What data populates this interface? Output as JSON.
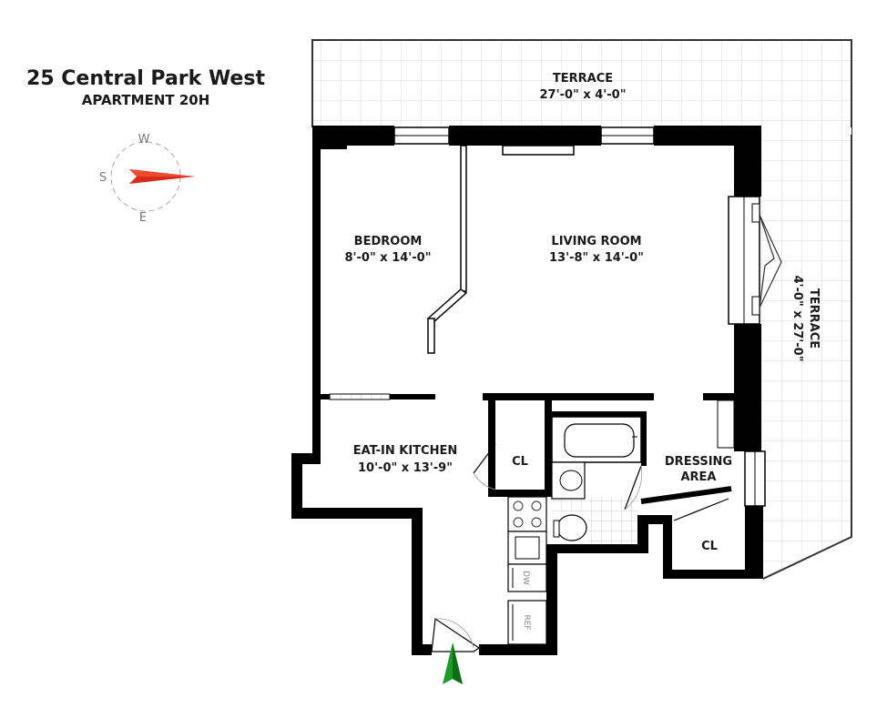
{
  "header": {
    "title": "25 Central Park West",
    "subtitle": "APARTMENT 20H"
  },
  "compass": {
    "north_letter": "W",
    "left_letter": "S",
    "bottom_letter": "E",
    "needle_color": "#d62a1a"
  },
  "rooms": {
    "terrace_top": {
      "label": "TERRACE",
      "dims": "27'-0\" x 4'-0\""
    },
    "terrace_right": {
      "label": "TERRACE",
      "dims": "4'-0\" x 27'-0\""
    },
    "bedroom": {
      "label": "BEDROOM",
      "dims": "8'-0\" x 14'-0\""
    },
    "living_room": {
      "label": "LIVING ROOM",
      "dims": "13'-8\" x 14'-0\""
    },
    "kitchen": {
      "label": "EAT-IN KITCHEN",
      "dims": "10'-0\" x 13'-9\""
    },
    "closet_kitchen": {
      "label": "CL"
    },
    "dressing": {
      "label_1": "DRESSING",
      "label_2": "AREA"
    },
    "closet_dressing": {
      "label": "CL"
    }
  },
  "appliances": {
    "dishwasher": "DW",
    "refrigerator": "REF"
  },
  "entry_arrow_color": "#1e9a2a"
}
